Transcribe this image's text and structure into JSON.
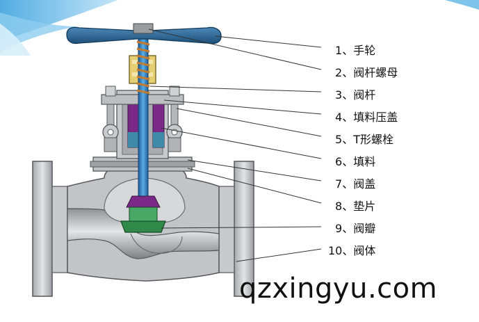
{
  "labels": [
    {
      "num": "1",
      "sep": "、",
      "text": "手轮"
    },
    {
      "num": "2",
      "sep": "、",
      "text": "阀杆螺母"
    },
    {
      "num": "3",
      "sep": "、",
      "text": "阀杆"
    },
    {
      "num": "4",
      "sep": "、",
      "text": "填料压盖"
    },
    {
      "num": "5",
      "sep": "、",
      "text": "T形螺栓"
    },
    {
      "num": "6",
      "sep": "、",
      "text": "填料"
    },
    {
      "num": "7",
      "sep": "、",
      "text": "阀盖"
    },
    {
      "num": "8",
      "sep": "、",
      "text": "垫片"
    },
    {
      "num": "9",
      "sep": "、",
      "text": "阀瓣"
    },
    {
      "num": "10",
      "sep": "、",
      "text": "阀体"
    }
  ],
  "watermark": "qzxingyu.com",
  "colors": {
    "handwheel": "#2a6a9a",
    "stem": "#3f8fd4",
    "packing": "#7a2a86",
    "disc": "#2f8a4a",
    "body": "#b9babd",
    "body_dark": "#5c5e63",
    "nut": "#e0c768",
    "swoosh": "#5fb6e6"
  }
}
